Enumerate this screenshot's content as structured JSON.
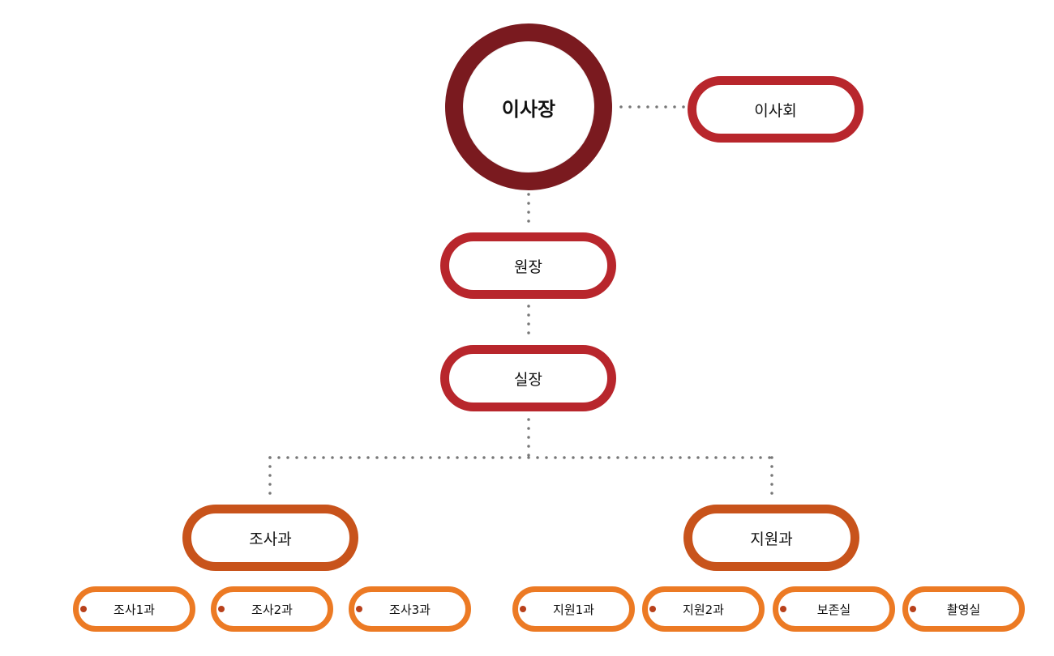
{
  "colors": {
    "chair_ring": "#7a1a1f",
    "red": "#b8262c",
    "orange_dark": "#c8531b",
    "orange": "#ec7a24",
    "connector": "#777777",
    "dot": "#b8401a"
  },
  "nodes": {
    "chairman": "이사장",
    "board": "이사회",
    "director": "원장",
    "chief": "실장",
    "research_div": "조사과",
    "support_div": "지원과",
    "research_1": "조사1과",
    "research_2": "조사2과",
    "research_3": "조사3과",
    "support_1": "지원1과",
    "support_2": "지원2과",
    "preservation": "보존실",
    "filming": "촬영실"
  }
}
